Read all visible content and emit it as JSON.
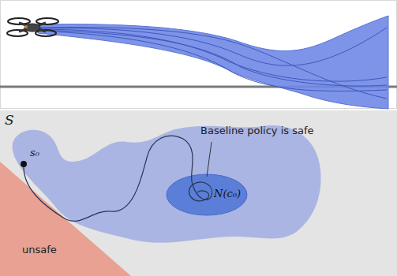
{
  "diagram": {
    "nodes": [
      {
        "text": [
          "S"
        ]
      },
      {
        "text": [
          "unsafe"
        ],
        "in": 0
      },
      {
        "text": [
          "N(c₀)"
        ],
        "in": 0
      }
    ],
    "labels": [
      "s₀",
      "Baseline policy is safe"
    ]
  }
}
